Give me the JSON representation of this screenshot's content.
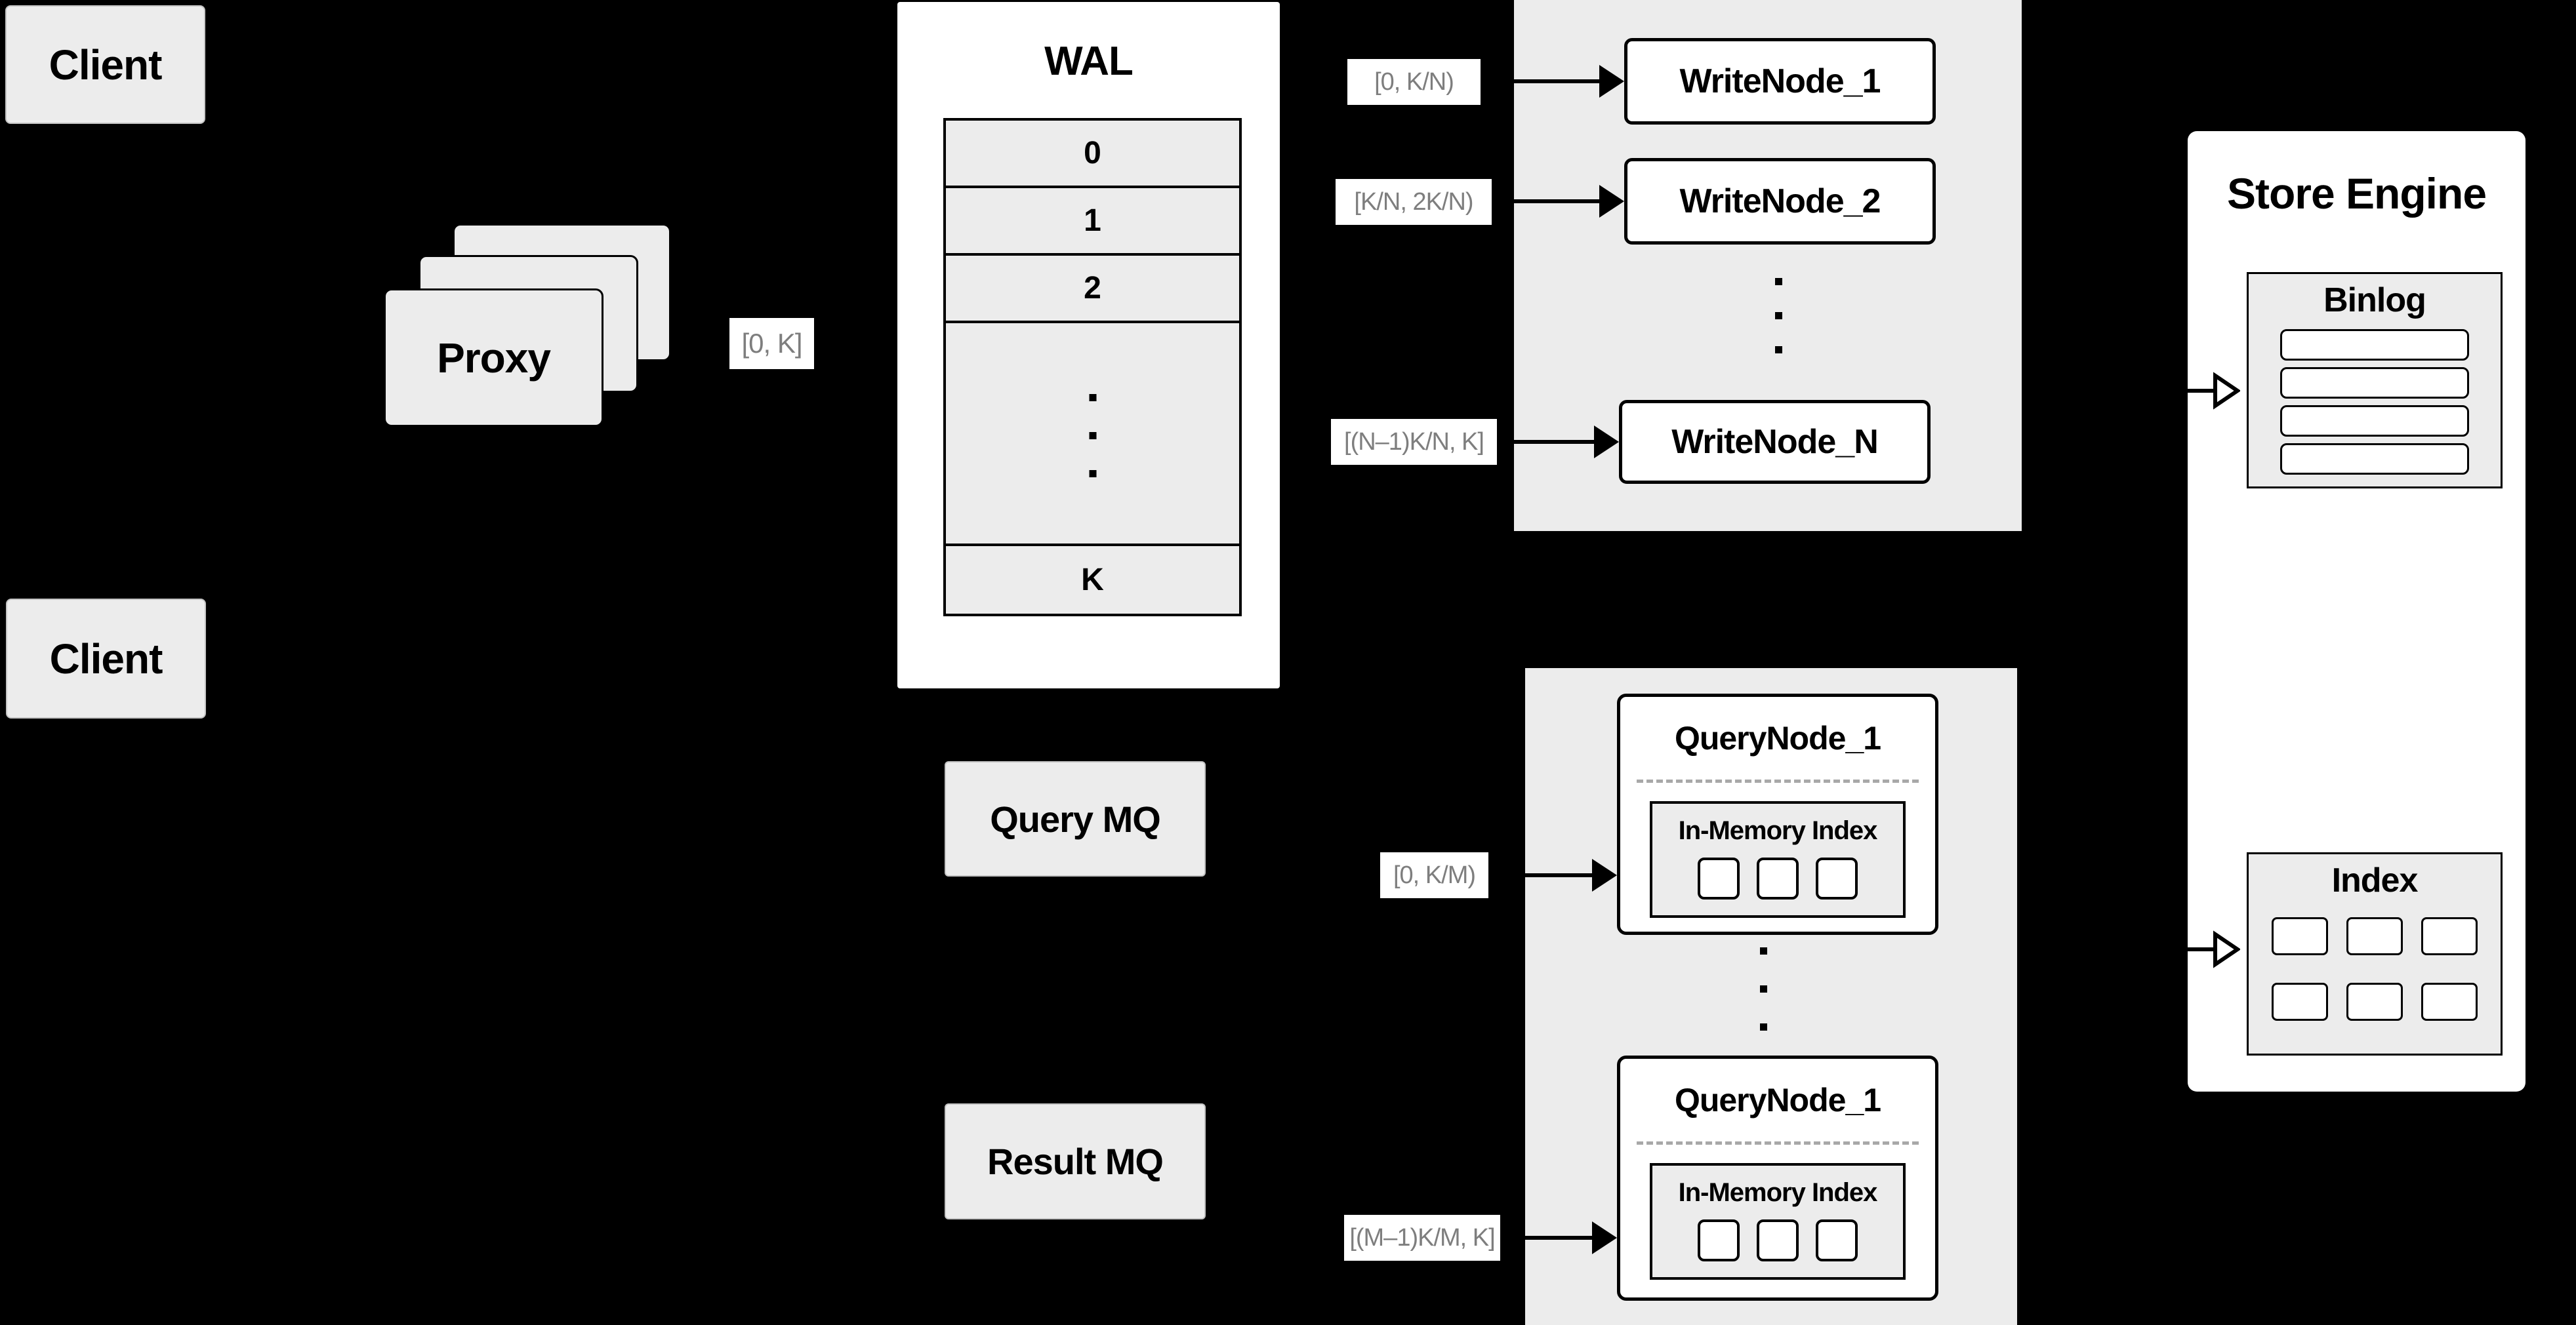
{
  "colors": {
    "background": "#000000",
    "panel_gray": "#ececec",
    "node_fill": "#ffffff",
    "border": "#000000",
    "subtle_border": "#c4c4c4",
    "range_text": "#7e7e7e",
    "divider": "#a8a8a8"
  },
  "clients": {
    "top": "Client",
    "bottom": "Client"
  },
  "proxy": {
    "label": "Proxy",
    "range": "[0, K]"
  },
  "wal": {
    "title": "WAL",
    "segments": [
      "0",
      "1",
      "2"
    ],
    "last_segment": "K"
  },
  "write_group": {
    "nodes": [
      {
        "label": "WriteNode_1",
        "range": "[0, K/N)"
      },
      {
        "label": "WriteNode_2",
        "range": "[K/N, 2K/N)"
      },
      {
        "label": "WriteNode_N",
        "range": "[(N–1)K/N, K]"
      }
    ]
  },
  "mq": {
    "query": "Query MQ",
    "result": "Result MQ"
  },
  "query_group": {
    "nodes": [
      {
        "title": "QueryNode_1",
        "inner_title": "In-Memory Index",
        "range": "[0, K/M)"
      },
      {
        "title": "QueryNode_1",
        "inner_title": "In-Memory Index",
        "range": "[(M–1)K/M, K]"
      }
    ]
  },
  "store_engine": {
    "title": "Store Engine",
    "binlog": "Binlog",
    "index": "Index"
  }
}
